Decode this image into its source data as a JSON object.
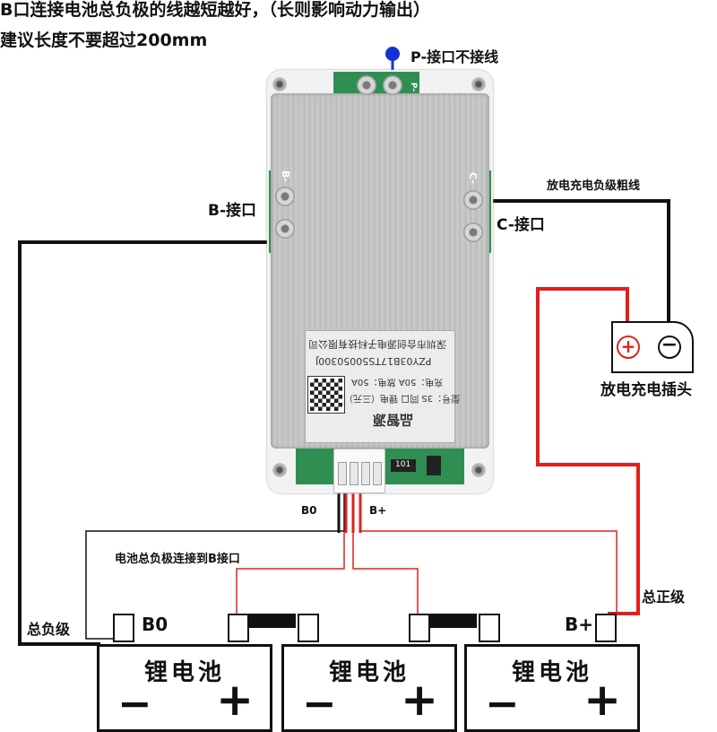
{
  "header": {
    "line1": "B口连接电池总负极的线越短越好，（长则影响动力输出）",
    "line2": "建议长度不要超过200mm"
  },
  "callouts": {
    "p_port": "P-接口不接线",
    "b_port": "B-接口",
    "c_port": "C-接口",
    "charge_neg_wire": "放电充电负级粗线",
    "plug": "放电充电插头",
    "b0_lead": "B0",
    "bplus_lead": "B+",
    "batt_neg_to_b": "电池总负极连接到B接口",
    "total_negative": "总负级",
    "total_positive": "总正级",
    "b0_terminal": "B0",
    "bplus_terminal": "B+"
  },
  "board": {
    "pad_marks": {
      "p": "P-",
      "b": "B-",
      "c": "C-"
    },
    "label_lines": [
      "深圳市合创源电子科技有限公司",
      "PZY03B17TS50050300J",
      "充电：50A  放电：50A",
      "型号：3S 同口 锂电（三元）",
      "品智源"
    ],
    "resistor_code": "101"
  },
  "plug_symbols": {
    "positive": "+",
    "negative": "−"
  },
  "batteries": [
    {
      "title": "锂电池",
      "minus": "−",
      "plus": "+"
    },
    {
      "title": "锂电池",
      "minus": "−",
      "plus": "+"
    },
    {
      "title": "锂电池",
      "minus": "−",
      "plus": "+"
    }
  ],
  "colors": {
    "positive_wire": "#e0201c",
    "negative_wire": "#111111",
    "pcb_green": "#2f8f52",
    "p_port_dot": "#1530d8"
  }
}
